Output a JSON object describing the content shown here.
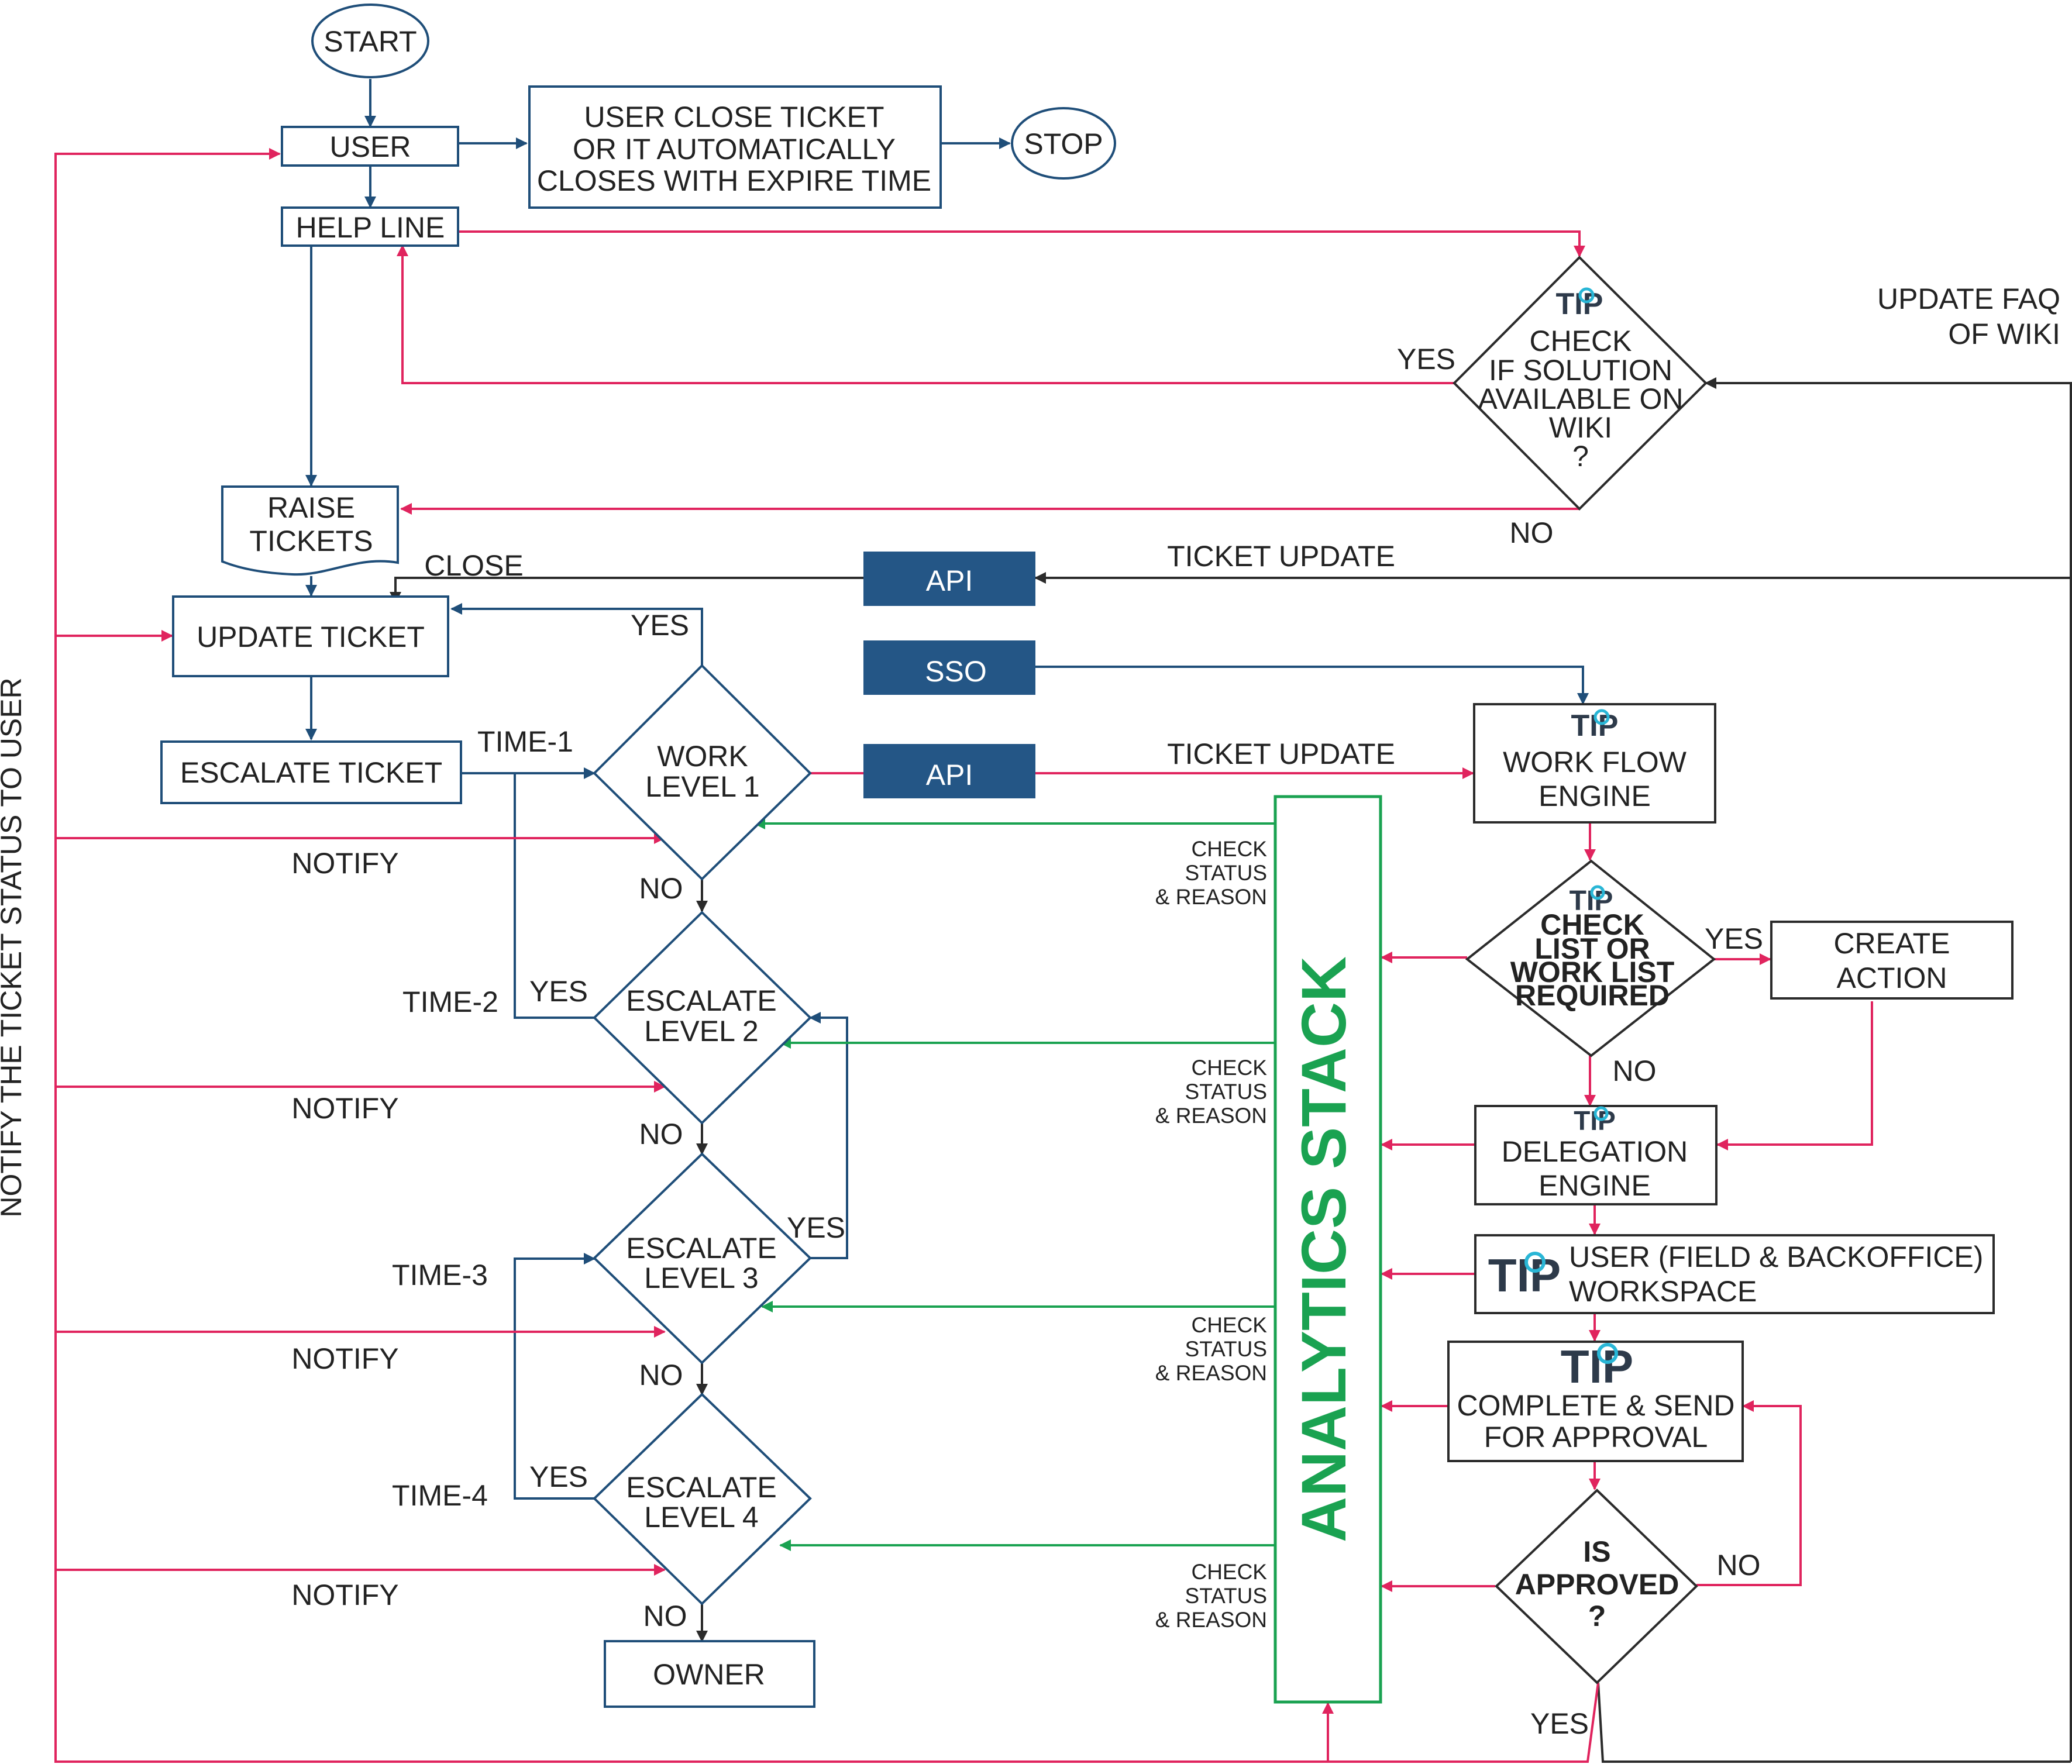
{
  "nodes": {
    "start": "START",
    "user": "USER",
    "close_ticket": [
      "USER CLOSE TICKET",
      "OR IT AUTOMATICALLY",
      "CLOSES WITH EXPIRE TIME"
    ],
    "stop": "STOP",
    "help_line": "HELP LINE",
    "check_wiki": [
      "CHECK",
      "IF SOLUTION",
      "AVAILABLE ON",
      "WIKI",
      "?"
    ],
    "update_faq": [
      "UPDATE FAQ",
      "OF WIKI"
    ],
    "raise_tickets": [
      "RAISE",
      "TICKETS"
    ],
    "update_ticket": "UPDATE TICKET",
    "escalate_ticket": "ESCALATE TICKET",
    "work_level_1": [
      "WORK",
      "LEVEL 1"
    ],
    "escalate_level_2": [
      "ESCALATE",
      "LEVEL 2"
    ],
    "escalate_level_3": [
      "ESCALATE",
      "LEVEL 3"
    ],
    "escalate_level_4": [
      "ESCALATE",
      "LEVEL 4"
    ],
    "owner": "OWNER",
    "api_top": "API",
    "sso": "SSO",
    "api_mid": "API",
    "workflow_engine": [
      "WORK FLOW",
      "ENGINE"
    ],
    "checklist": [
      "CHECK",
      "LIST OR",
      "WORK LIST",
      "REQUIRED"
    ],
    "create_action": [
      "CREATE",
      "ACTION"
    ],
    "delegation_engine": [
      "DELEGATION",
      "ENGINE"
    ],
    "workspace": [
      "USER (FIELD & BACKOFFICE)",
      "WORKSPACE"
    ],
    "complete_send": [
      "COMPLETE & SEND",
      "FOR APPROVAL"
    ],
    "is_approved": [
      "IS",
      "APPROVED",
      "?"
    ],
    "analytics_stack": "ANALYTICS STACK"
  },
  "logo": "TIP",
  "labels": {
    "yes": "YES",
    "no": "NO",
    "close": "CLOSE",
    "ticket_update": "TICKET UPDATE",
    "notify": "NOTIFY",
    "time_1": "TIME-1",
    "time_2": "TIME-2",
    "time_3": "TIME-3",
    "time_4": "TIME-4",
    "check_status": [
      "CHECK",
      "STATUS",
      "& REASON"
    ],
    "notify_user": "NOTIFY THE TICKET STATUS TO USER"
  },
  "colors": {
    "flow_blue": "#1f4e79",
    "notify_red": "#e0245e",
    "analytics_green": "#1aa251",
    "api_fill": "#245686",
    "logo_dark": "#2d3a4a",
    "logo_cyan": "#29b6d6"
  }
}
